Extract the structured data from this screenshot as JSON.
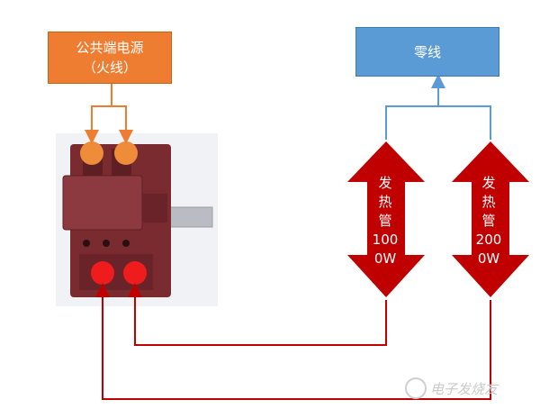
{
  "diagram": {
    "source_box": {
      "line1": "公共端电源",
      "line2": "（火线）"
    },
    "neutral_box": {
      "label": "零线"
    },
    "heaters": [
      {
        "line1": "发",
        "line2": "热",
        "line3": "管",
        "line4": "100",
        "line5": "0W"
      },
      {
        "line1": "发",
        "line2": "热",
        "line3": "管",
        "line4": "200",
        "line5": "0W"
      }
    ],
    "watermark": "电子发烧友",
    "colors": {
      "source_box": "#ef7d31",
      "neutral_box": "#5b9bd5",
      "hot_wire": "#ef7d31",
      "neutral_wire": "#5b9bd5",
      "output_wire": "#c00000",
      "heater_arrow": "#c00000",
      "switch_body": "#7a2b30",
      "switch_terminal_top": "#ef8c3a",
      "switch_terminal_bottom": "#ee1c1c"
    },
    "icons": [
      "rotary-switch-photo",
      "double-headed-arrow",
      "watermark-logo-icon"
    ]
  }
}
